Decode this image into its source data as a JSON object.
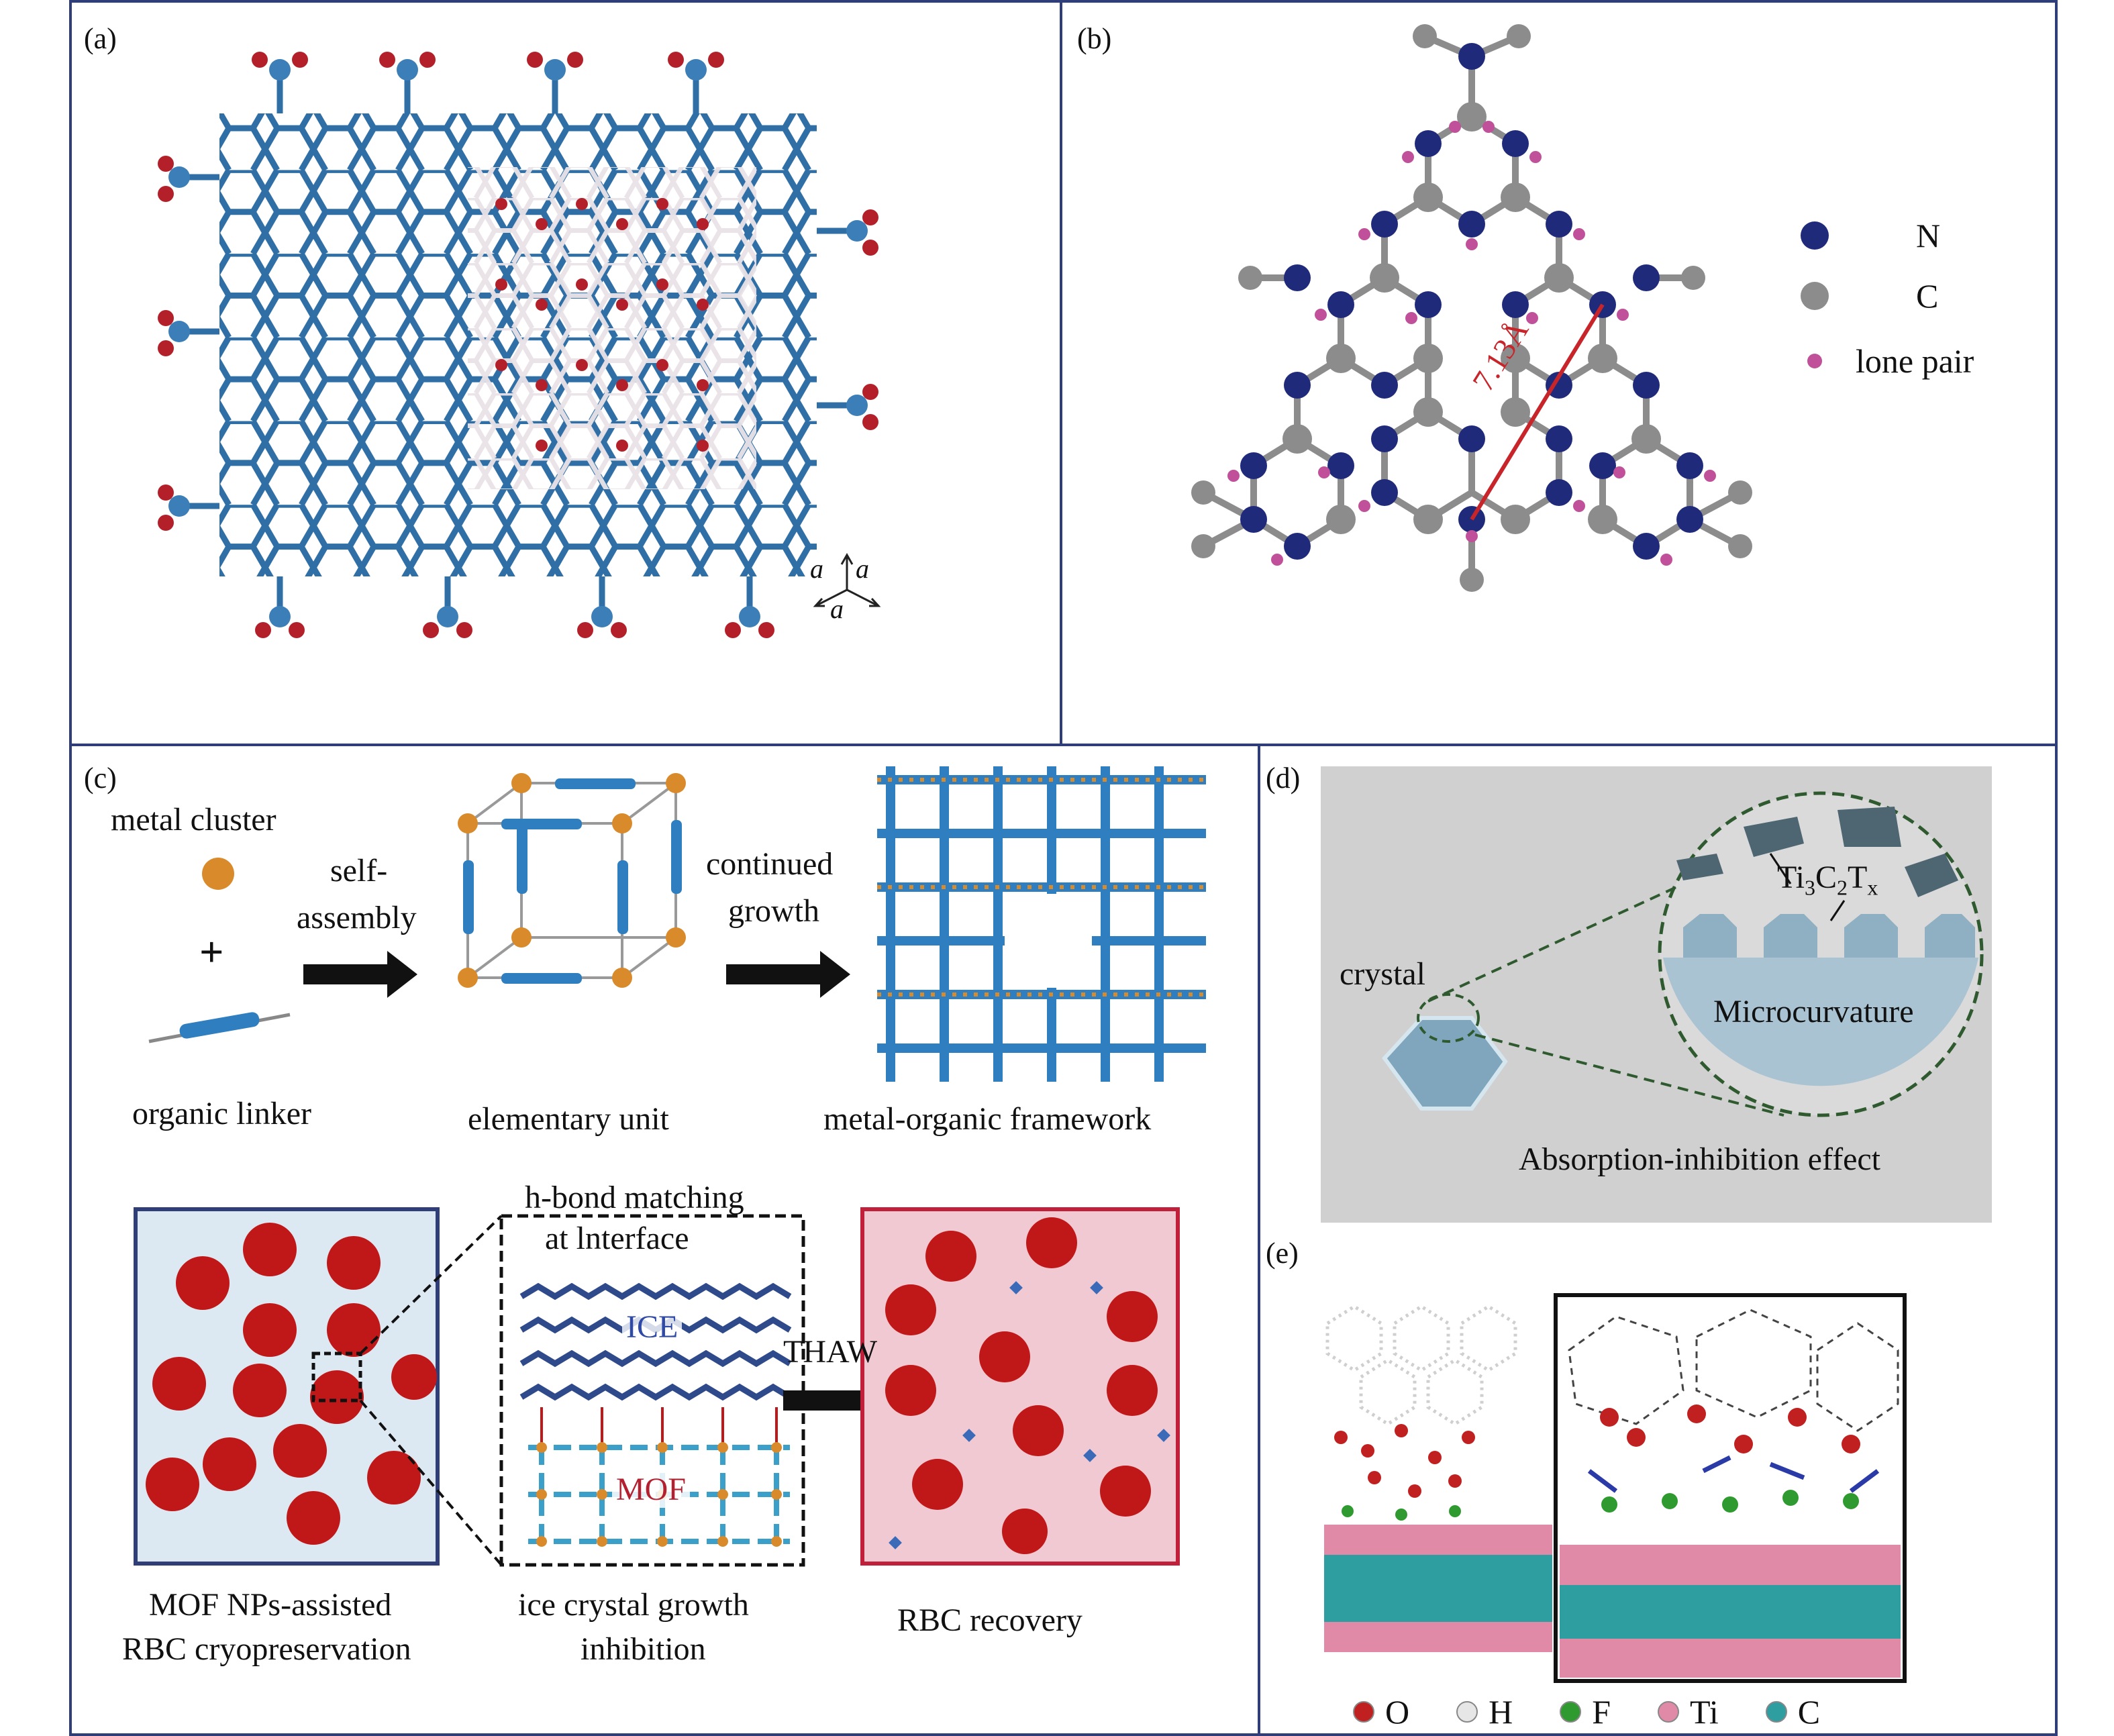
{
  "panels": {
    "a": {
      "label": "(a)",
      "axes": [
        "a",
        "a",
        "a"
      ]
    },
    "b": {
      "label": "(b)",
      "distance": "7.13Å",
      "legend": [
        {
          "name": "N",
          "color": "#1f2a7a"
        },
        {
          "name": "C",
          "color": "#8c8c8c"
        },
        {
          "name": "lone pair",
          "color": "#c0509a"
        }
      ]
    },
    "c": {
      "label": "(c)",
      "metal_cluster": "metal cluster",
      "plus": "+",
      "organic_linker": "organic linker",
      "self_assembly": [
        "self-",
        "assembly"
      ],
      "elementary_unit": "elementary unit",
      "continued_growth": [
        "continued",
        "growth"
      ],
      "mof": "metal-organic framework",
      "hbond": [
        "h-bond matching",
        "at lnterface"
      ],
      "ice": "ICE",
      "mof_short": "MOF",
      "thaw": "THAW",
      "caption_left": [
        "MOF NPs-assisted",
        "RBC cryopreservation"
      ],
      "caption_mid": [
        "ice crystal growth",
        "inhibition"
      ],
      "caption_right": "RBC recovery"
    },
    "d": {
      "label": "(d)",
      "crystal": "crystal",
      "ti_main": "Ti",
      "ti_sub1": "3",
      "c_main": "C",
      "c_sub": "2",
      "t_main": "T",
      "t_sub": "x",
      "microcurvature": "Microcurvature",
      "effect": "Absorption-inhibition effect"
    },
    "e": {
      "label": "(e)",
      "legend": [
        {
          "name": "O",
          "color": "#c0201f"
        },
        {
          "name": "H",
          "color": "#e6e6e6"
        },
        {
          "name": "F",
          "color": "#2f9a2f"
        },
        {
          "name": "Ti",
          "color": "#e08aa8"
        },
        {
          "name": "C",
          "color": "#2e9ea0"
        }
      ]
    }
  },
  "colors": {
    "border": "#2f3d78",
    "graphene": "#2f6fa6",
    "nitrogen": "#1f2a7a",
    "carbon": "#8c8c8c",
    "lone_pair": "#c0509a",
    "distance_line": "#c8252b",
    "ice_text": "#2f4aa6",
    "mof_text": "#b32030",
    "metal_cluster": "#d98a2a",
    "linker": "#2f7fc0",
    "rbc": "#c01818"
  }
}
